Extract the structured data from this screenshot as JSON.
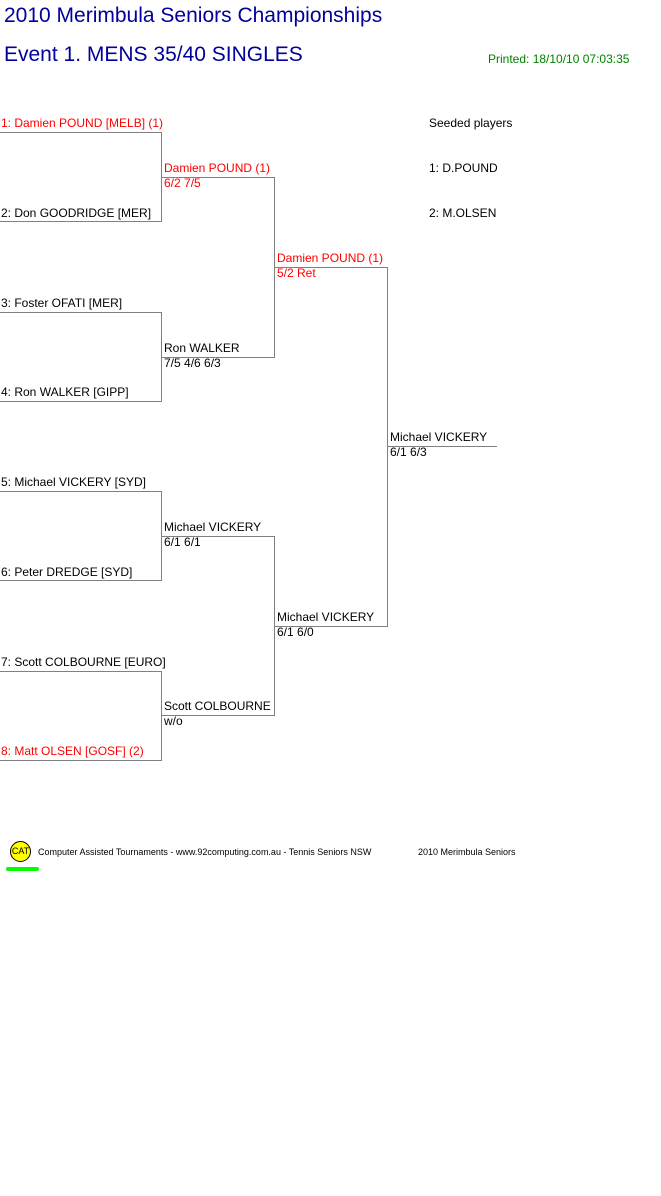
{
  "header": {
    "title": "2010 Merimbula Seniors Championships",
    "event": "Event 1. MENS 35/40 SINGLES",
    "printed": "Printed: 18/10/10 07:03:35"
  },
  "seeds": {
    "heading": "Seeded players",
    "list": [
      "1: D.POUND",
      "2: M.OLSEN"
    ]
  },
  "round1": [
    "1: Damien POUND [MELB] (1)",
    "2: Don GOODRIDGE [MER]",
    "3: Foster OFATI [MER]",
    "4: Ron WALKER [GIPP]",
    "5: Michael VICKERY [SYD]",
    "6: Peter DREDGE [SYD]",
    "7: Scott COLBOURNE [EURO]",
    "8: Matt OLSEN [GOSF] (2)"
  ],
  "round2": [
    {
      "name": "Damien POUND (1)",
      "score": "6/2 7/5"
    },
    {
      "name": "Ron WALKER",
      "score": "7/5 4/6 6/3"
    },
    {
      "name": "Michael VICKERY",
      "score": "6/1 6/1"
    },
    {
      "name": "Scott COLBOURNE",
      "score": "w/o"
    }
  ],
  "round3": [
    {
      "name": "Damien POUND (1)",
      "score": "5/2 Ret"
    },
    {
      "name": "Michael VICKERY",
      "score": "6/1 6/0"
    }
  ],
  "final": {
    "name": "Michael VICKERY",
    "score": "6/1 6/3"
  },
  "footer": {
    "logo": "CAT",
    "credit": "Computer Assisted Tournaments - www.92computing.com.au -  Tennis Seniors NSW",
    "event": "2010 Merimbula Seniors"
  },
  "colors": {
    "title": "#00009c",
    "seed": "#ff0000",
    "printed": "#008000",
    "line": "#808080"
  }
}
